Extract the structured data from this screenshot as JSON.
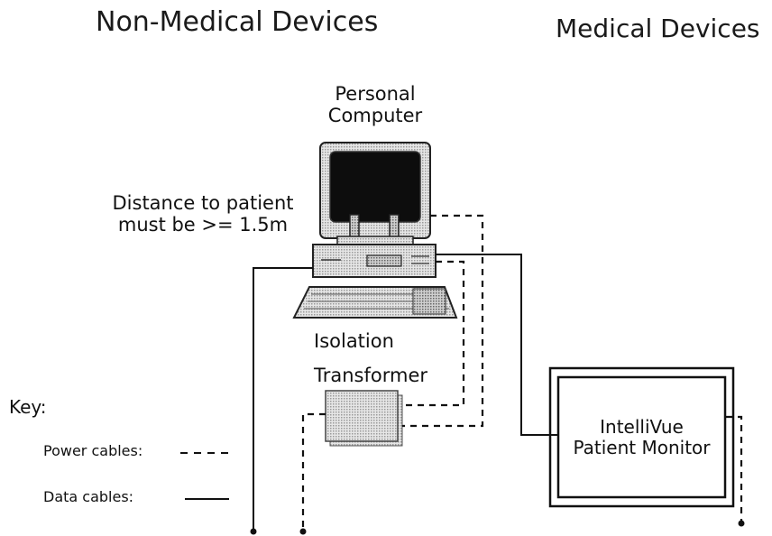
{
  "headings": {
    "non_medical": "Non-Medical Devices",
    "medical": "Medical Devices"
  },
  "computer": {
    "label_line1": "Personal",
    "label_line2": "Computer"
  },
  "distance_note": {
    "line1": "Distance to patient",
    "line2": "must be >= 1.5m"
  },
  "transformer": {
    "label_line1": "Isolation",
    "label_line2": "Transformer"
  },
  "monitor": {
    "label_line1": "IntelliVue",
    "label_line2": "Patient Monitor"
  },
  "key": {
    "title": "Key:",
    "power": "Power cables:",
    "data": "Data cables:"
  }
}
